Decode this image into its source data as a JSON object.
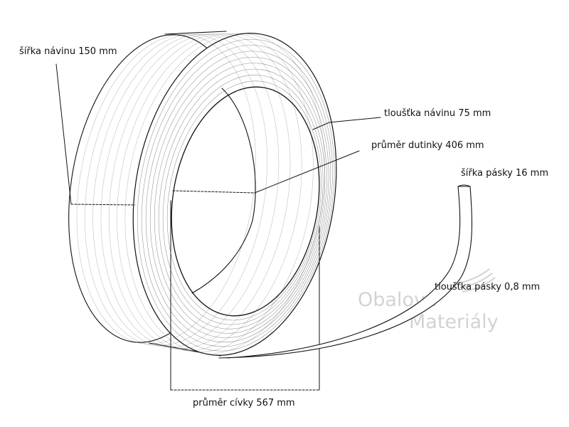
{
  "labels": {
    "coil_width": "šířka návinu 150 mm",
    "coil_thickness": "tloušťka návinu 75 mm",
    "core_diameter": "průměr dutinky 406 mm",
    "strap_width": "šířka pásky 16 mm",
    "strap_thickness": "tloušťka pásky 0,8 mm",
    "coil_diameter": "průměr cívky 567 mm"
  },
  "watermark": {
    "line1": "Obalové",
    "line2": "Materiály"
  },
  "colors": {
    "ink": "#111111",
    "watermark": "#d3d3d3"
  }
}
